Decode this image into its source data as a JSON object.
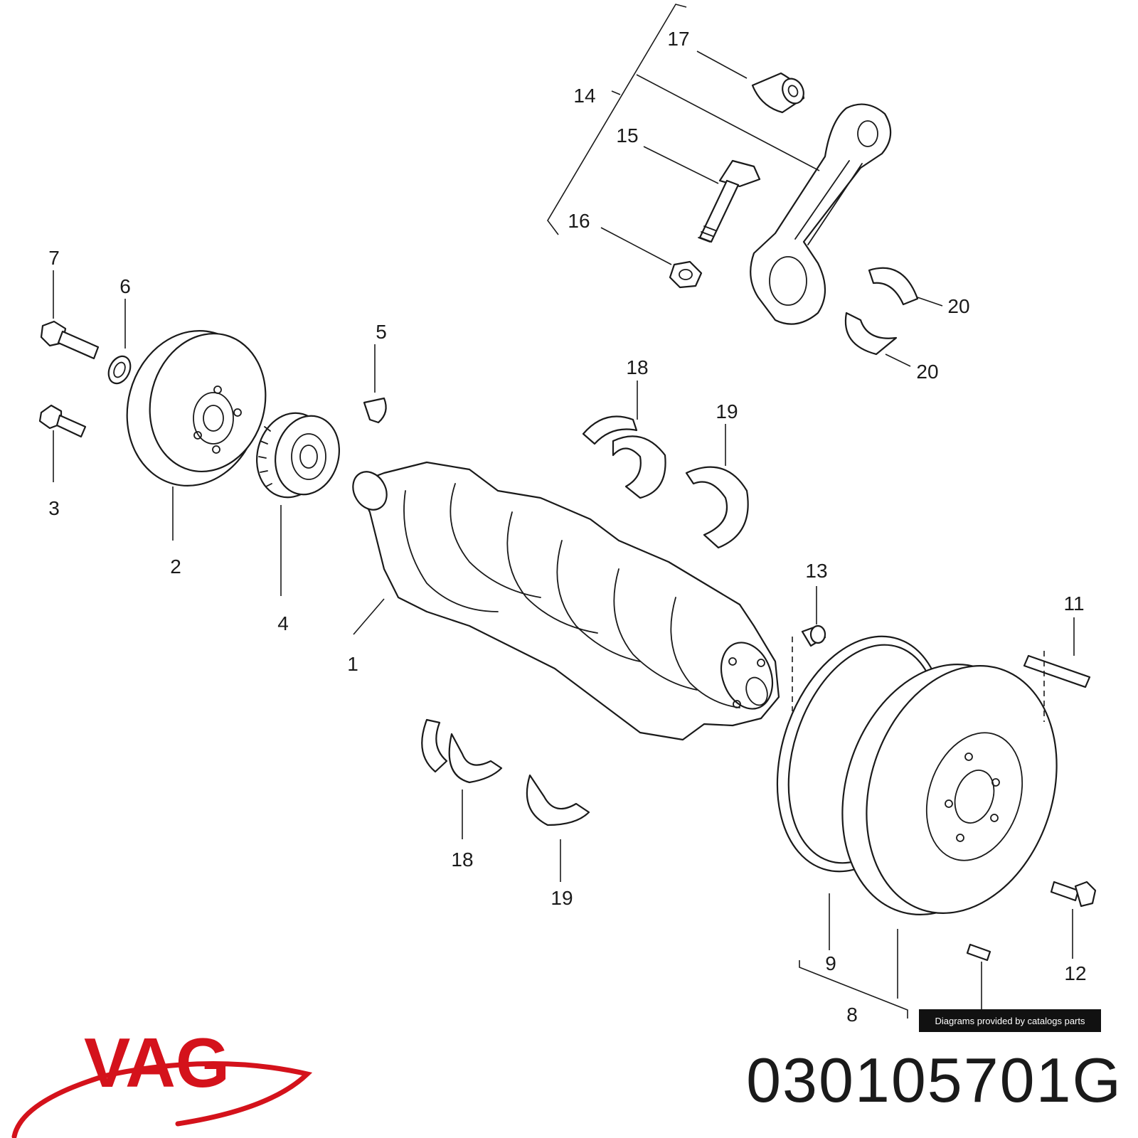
{
  "callouts": [
    {
      "label": "1"
    },
    {
      "label": "2"
    },
    {
      "label": "3"
    },
    {
      "label": "4"
    },
    {
      "label": "5"
    },
    {
      "label": "6"
    },
    {
      "label": "7"
    },
    {
      "label": "8"
    },
    {
      "label": "9"
    },
    {
      "label": "11"
    },
    {
      "label": "12"
    },
    {
      "label": "13"
    },
    {
      "label": "14"
    },
    {
      "label": "15"
    },
    {
      "label": "16"
    },
    {
      "label": "17"
    },
    {
      "label": "18"
    },
    {
      "label": "18"
    },
    {
      "label": "19"
    },
    {
      "label": "19"
    },
    {
      "label": "20"
    },
    {
      "label": "20"
    }
  ],
  "credit": "Diagrams provided by catalogs parts",
  "brand": {
    "name": "VAG",
    "color": "#d4121b"
  },
  "part_number": "030105701G"
}
